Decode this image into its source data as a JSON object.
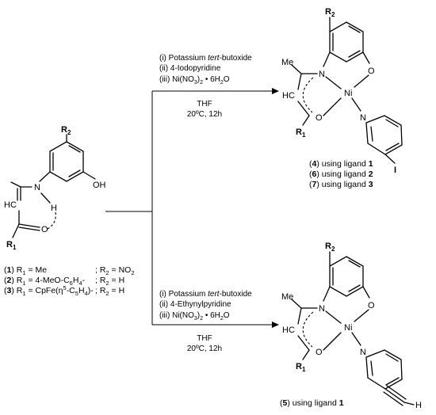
{
  "atoms": {
    "R1": "R",
    "R1_sub": "1",
    "R2": "R",
    "R2_sub": "2",
    "N": "N",
    "O": "O",
    "H": "H",
    "OH": "OH",
    "HC": "HC",
    "Ni": "Ni",
    "I": "I",
    "Me": "Me"
  },
  "ligands": [
    {
      "num": "1",
      "r1": "Me",
      "r2": "NO",
      "r2_sub": "2"
    },
    {
      "num": "2",
      "r1_a": "4-MeO-C",
      "r1_b": "6",
      "r1_c": "H",
      "r1_d": "4",
      "r1_e": "-",
      "r2": "H"
    },
    {
      "num": "3",
      "r1_a": "CpFe(η",
      "r1_b": "5",
      "r1_c": "-C",
      "r1_d": "5",
      "r1_e": "H",
      "r1_f": "4",
      "r1_g": ")-",
      "r2": "H"
    }
  ],
  "ligand_text": {
    "r1_label": "R",
    "r1_sub": "1",
    "r2_label": "; R",
    "r2_sub": "2",
    "eq": " = "
  },
  "top_conditions": {
    "step1_a": "(i) Potassium ",
    "step1_b": "tert",
    "step1_c": "-butoxide",
    "step2": "(ii) 4-Iodopyridine",
    "step3_a": "(iii) Ni(NO",
    "step3_b": "3",
    "step3_c": ")",
    "step3_d": "2",
    "step3_e": " • 6H",
    "step3_f": "2",
    "step3_g": "O",
    "solvent": "THF",
    "temp": "20ºC, 12h"
  },
  "bottom_conditions": {
    "step1_a": "(i) Potassium ",
    "step1_b": "tert",
    "step1_c": "-butoxide",
    "step2": "(ii) 4-Ethynylpyridine",
    "step3_a": "(iii) Ni(NO",
    "step3_b": "3",
    "step3_c": ")",
    "step3_d": "2",
    "step3_e": " • 6H",
    "step3_f": "2",
    "step3_g": "O",
    "solvent": "THF",
    "temp": "20ºC, 12h"
  },
  "products_top": [
    {
      "open": "(",
      "num": "4",
      "close": ") using ligand ",
      "lig": "1"
    },
    {
      "open": "(",
      "num": "6",
      "close": ") using ligand ",
      "lig": "2"
    },
    {
      "open": "(",
      "num": "7",
      "close": ") using ligand ",
      "lig": "3"
    }
  ],
  "products_bottom": [
    {
      "open": "(",
      "num": "5",
      "close": ") using ligand ",
      "lig": "1"
    }
  ]
}
